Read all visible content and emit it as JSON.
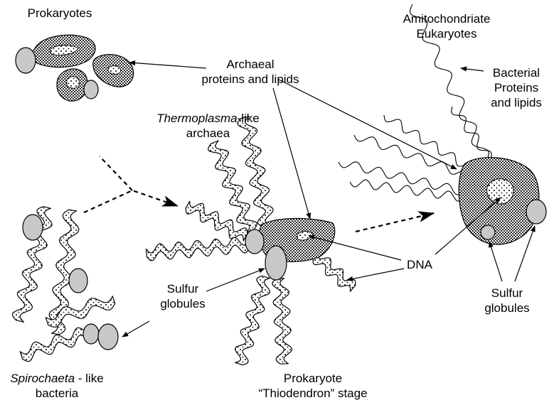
{
  "colors": {
    "ink": "#000000",
    "globule_fill": "#c8c8c8",
    "background": "#ffffff"
  },
  "labels": {
    "prokaryotes": "Prokaryotes",
    "thermoplasma_italic": "Thermoplasma",
    "thermoplasma_rest": "-like",
    "thermoplasma_line2": "archaea",
    "archaeal_line1": "Archaeal",
    "archaeal_line2": "proteins and lipids",
    "amito_line1": "Amitochondriate",
    "amito_line2": "Eukaryotes",
    "bacterial_line1": "Bacterial",
    "bacterial_line2": "Proteins",
    "bacterial_line3": "and lipids",
    "dna": "DNA",
    "sulfur_left_line1": "Sulfur",
    "sulfur_left_line2": "globules",
    "sulfur_right_line1": "Sulfur",
    "sulfur_right_line2": "globules",
    "spirochaeta_italic": "Spirochaeta",
    "spirochaeta_rest": " - like",
    "spirochaeta_line2": "bacteria",
    "prokaryote_line1": "Prokaryote",
    "prokaryote_line2": "“Thiodendron” stage"
  }
}
